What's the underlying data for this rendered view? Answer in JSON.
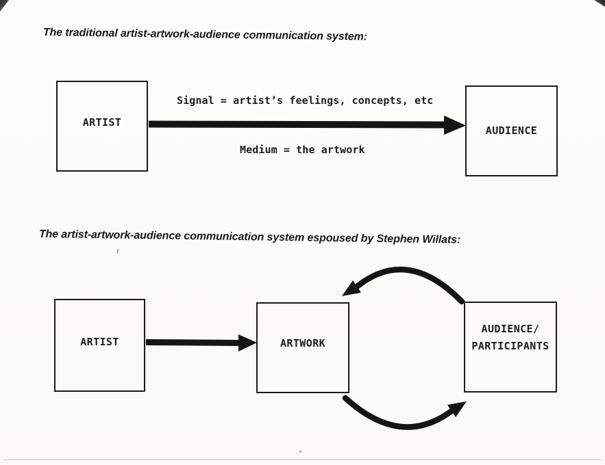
{
  "page": {
    "background_color": "#fbfbf8",
    "ink_color": "#1a1a1a",
    "description": "Scanned diagram page comparing two artist-artwork-audience communication systems"
  },
  "diagram1": {
    "heading": "The traditional artist-artwork-audience communication system:",
    "boxes": {
      "artist": {
        "label": "ARTIST"
      },
      "audience": {
        "label": "AUDIENCE"
      }
    },
    "arrow": {
      "direction": "artist-to-audience",
      "label_above": "Signal = artist’s feelings, concepts, etc",
      "label_below": "Medium = the artwork"
    }
  },
  "diagram2": {
    "heading": "The artist-artwork-audience communication system espoused by Stephen Willats:",
    "boxes": {
      "artist": {
        "label": "ARTIST"
      },
      "artwork": {
        "label": "ARTWORK"
      },
      "audience": {
        "label_line1": "AUDIENCE/",
        "label_line2": "PARTICIPANTS"
      }
    },
    "arrows": {
      "artist_to_artwork": "straight right arrow",
      "audience_to_artwork": "curved arrow over top, pointing left",
      "artwork_to_audience": "curved arrow under bottom, pointing right"
    }
  }
}
